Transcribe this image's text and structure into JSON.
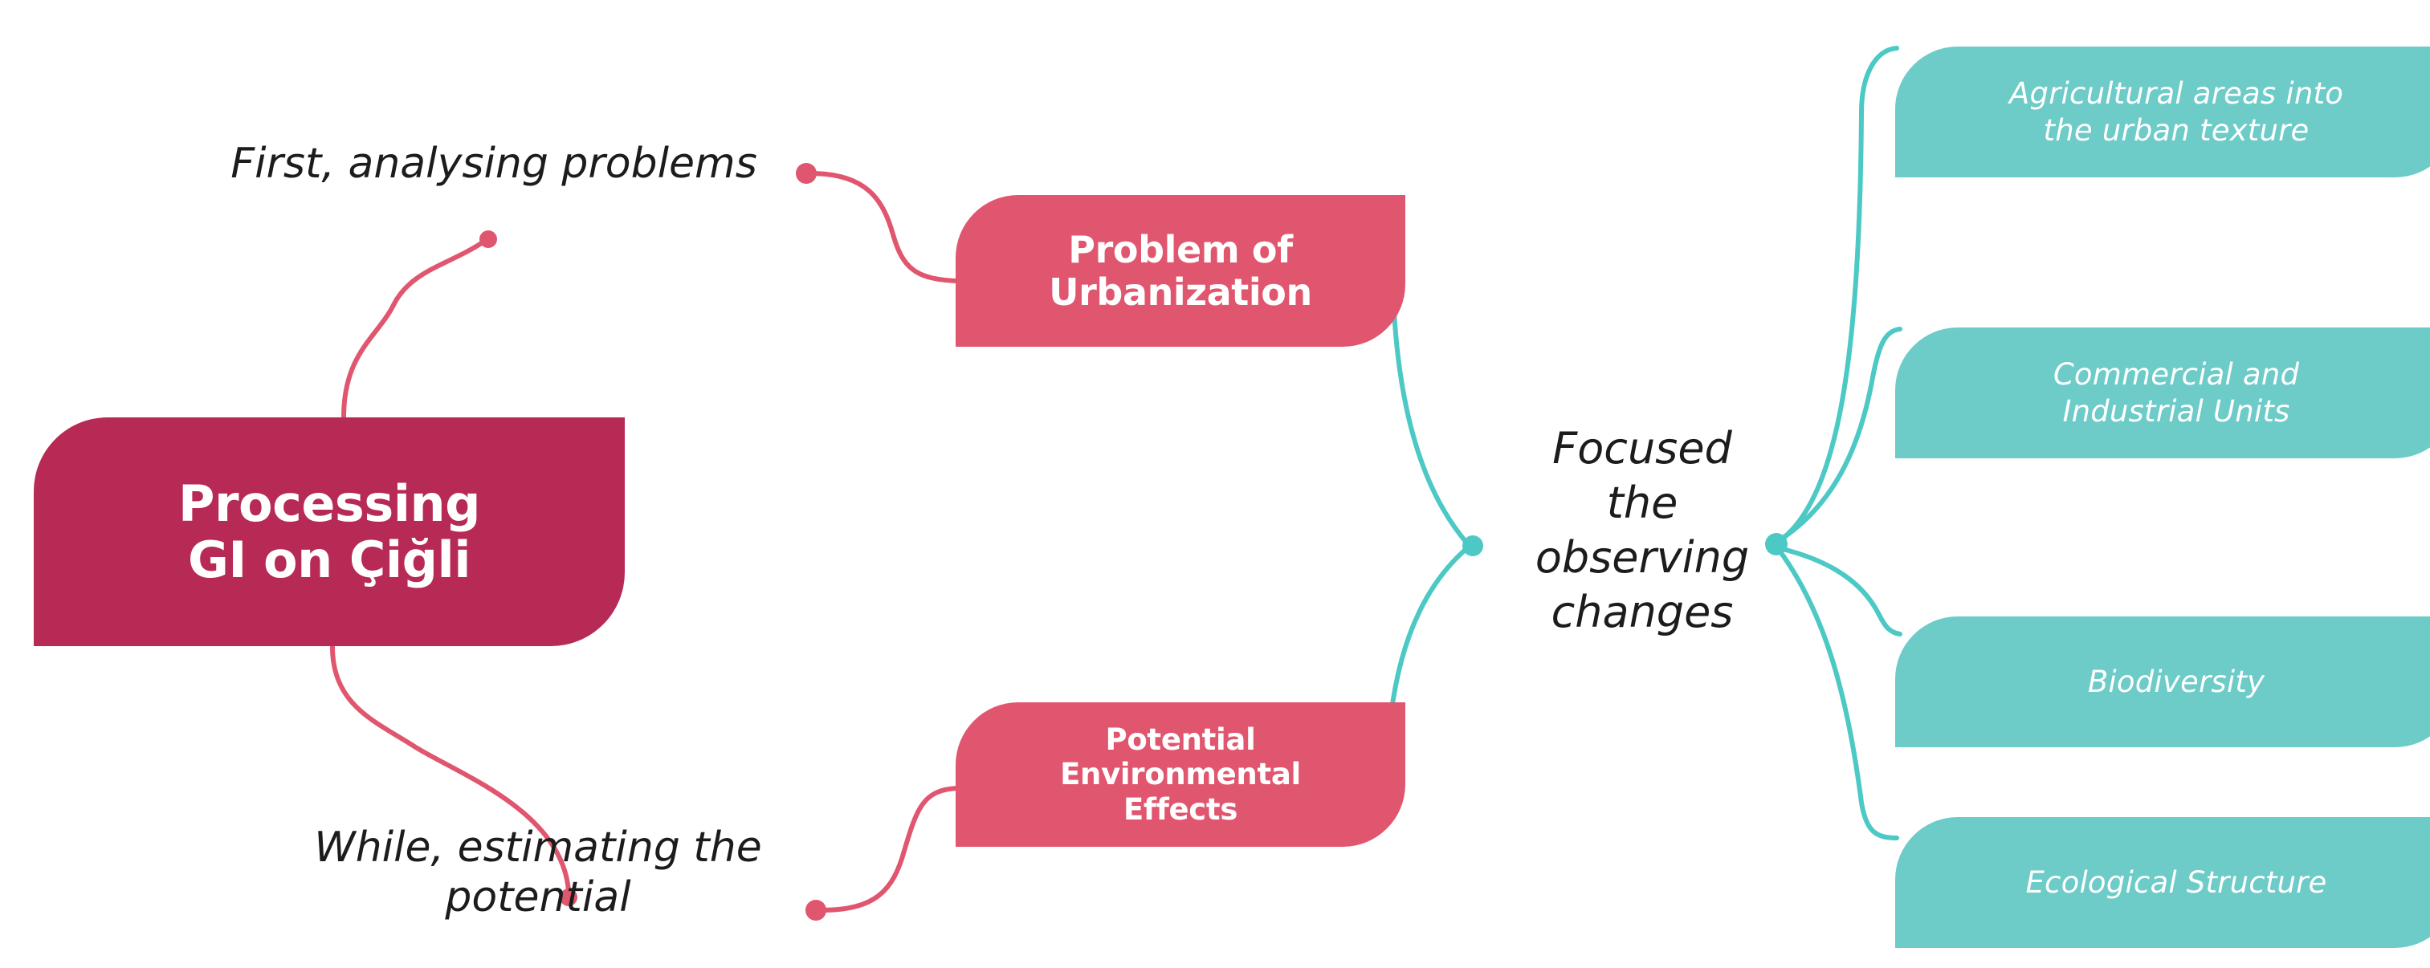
{
  "diagram": {
    "type": "mind-map",
    "title": "Processing GI on Çiğli",
    "background_color": "#ffffff",
    "colors": {
      "root": "#b72a55",
      "branch": "#e0566e",
      "leaf": "#6dcbc8",
      "connector_pink": "#e0566e",
      "connector_teal": "#4cc9c5",
      "caption_text": "#1c1c1c",
      "node_text": "#ffffff"
    }
  },
  "root": {
    "label": "Processing\nGI on Çiğli"
  },
  "captions": {
    "first": "First, analysing problems",
    "while": "While, estimating the\npotential",
    "focused": "Focused\nthe\nobserving\nchanges"
  },
  "branches": [
    {
      "id": "urbanization",
      "label": "Problem of\nUrbanization"
    },
    {
      "id": "effects",
      "label": "Potential\nEnvironmental\nEffects"
    }
  ],
  "leaves": [
    {
      "id": "agricultural",
      "label": "Agricultural areas into\nthe urban texture"
    },
    {
      "id": "commercial",
      "label": "Commercial and\nIndustrial Units"
    },
    {
      "id": "biodiversity",
      "label": "Biodiversity"
    },
    {
      "id": "ecological",
      "label": "Ecological Structure"
    }
  ]
}
